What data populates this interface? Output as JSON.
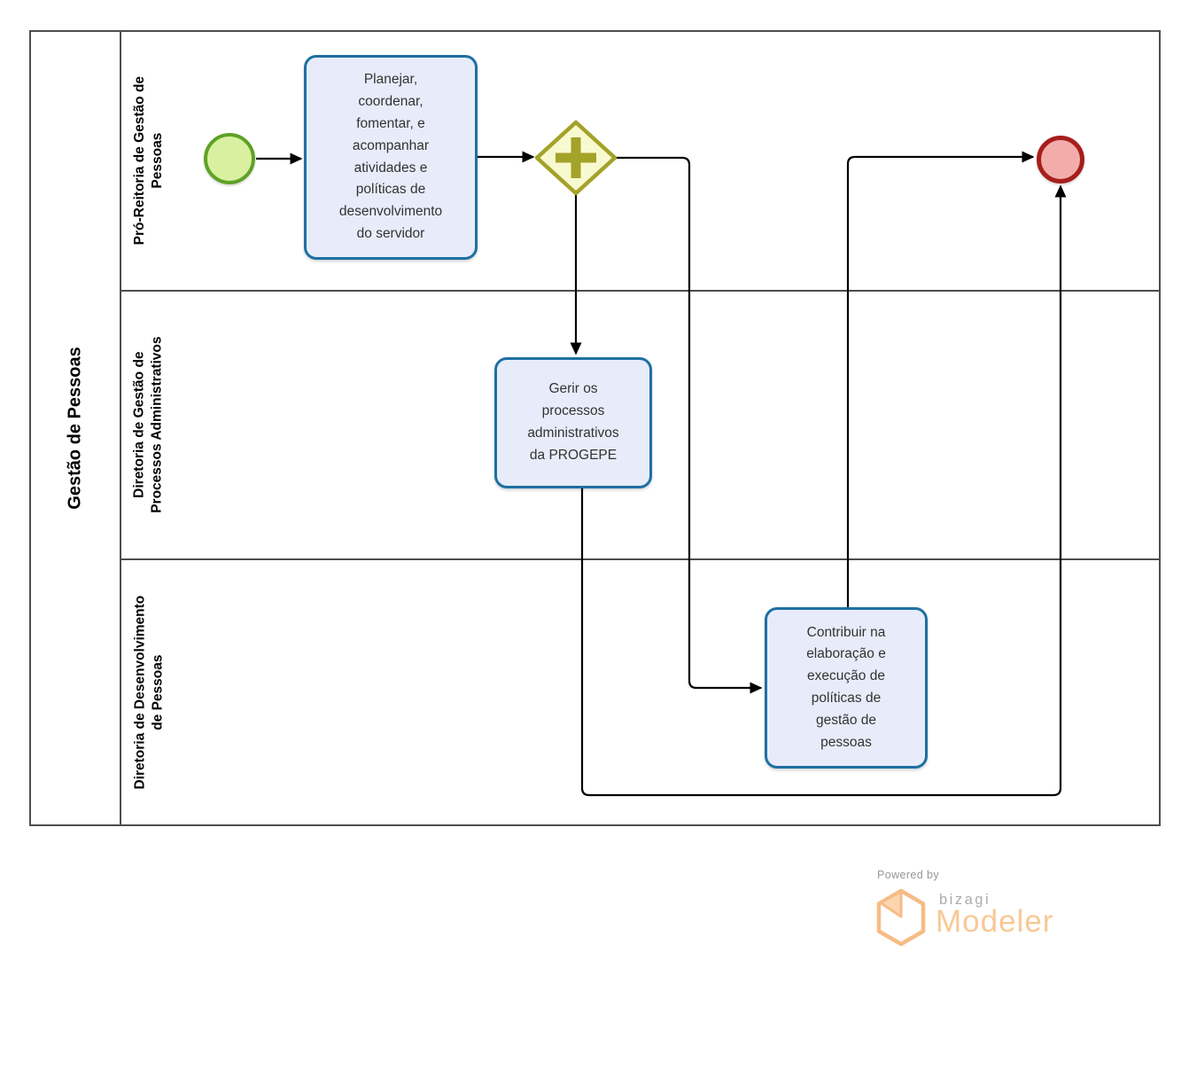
{
  "pool": {
    "title": "Gestão de Pessoas",
    "lanes": [
      {
        "label": "Pró-Reitoria de Gestão de\nPessoas"
      },
      {
        "label": "Diretoria de Gestão de\nProcessos Administrativos"
      },
      {
        "label": "Diretoria de Desenvolvimento\nde Pessoas"
      }
    ]
  },
  "nodes": {
    "start_event": {
      "type": "start-event"
    },
    "task_planejar": {
      "label": "Planejar,\ncoordenar,\nfomentar, e\nacompanhar\natividades e\npolíticas de\ndesenvolvimento\ndo servidor"
    },
    "gateway": {
      "type": "parallel-gateway"
    },
    "task_gerir": {
      "label": "Gerir os\nprocessos\nadministrativos\nda PROGEPE"
    },
    "task_contribuir": {
      "label": "Contribuir na\nelaboração e\nexecução de\npolíticas de\ngestão de\npessoas"
    },
    "end_event": {
      "type": "end-event"
    }
  },
  "flows": [
    {
      "from": "start-event",
      "to": "task-planejar"
    },
    {
      "from": "task-planejar",
      "to": "parallel-gateway"
    },
    {
      "from": "parallel-gateway",
      "to": "task-gerir"
    },
    {
      "from": "parallel-gateway",
      "to": "task-contribuir"
    },
    {
      "from": "task-gerir",
      "to": "end-event"
    },
    {
      "from": "task-contribuir",
      "to": "end-event"
    }
  ],
  "colors": {
    "task_fill": "#e8ecfa",
    "task_border": "#1e70a3",
    "start_fill": "#d9f0a0",
    "start_border": "#5ea226",
    "gateway_fill": "#f9f9d0",
    "gateway_border": "#a3a229",
    "end_fill": "#f2adab",
    "end_border": "#a61e1b",
    "pool_border": "#4d4d4d",
    "flow_stroke": "#000000",
    "logo_orange": "#f6bc85",
    "logo_gray": "#acacac"
  },
  "footer": {
    "powered_by": "Powered by",
    "brand": "bizagi",
    "product": "Modeler"
  }
}
